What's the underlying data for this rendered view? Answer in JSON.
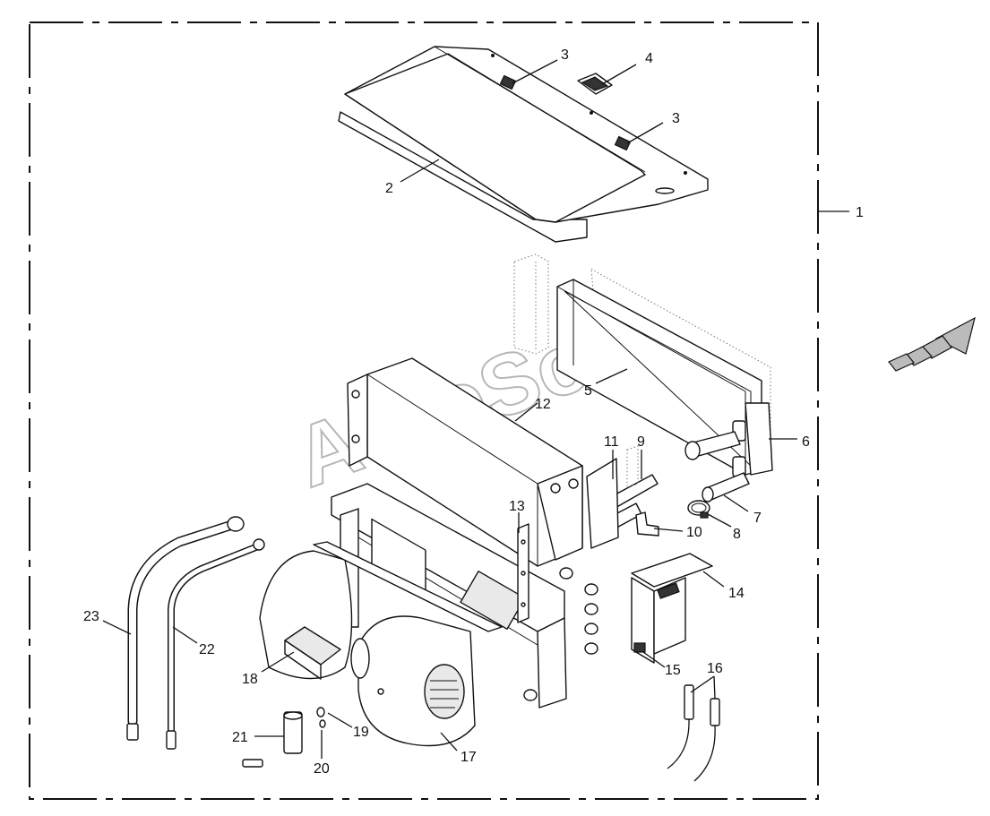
{
  "diagram": {
    "watermark": "AutoSoft",
    "callouts": [
      {
        "id": "1",
        "label": "1"
      },
      {
        "id": "2",
        "label": "2"
      },
      {
        "id": "3a",
        "label": "3"
      },
      {
        "id": "3b",
        "label": "3"
      },
      {
        "id": "4",
        "label": "4"
      },
      {
        "id": "5",
        "label": "5"
      },
      {
        "id": "6",
        "label": "6"
      },
      {
        "id": "7",
        "label": "7"
      },
      {
        "id": "8",
        "label": "8"
      },
      {
        "id": "9",
        "label": "9"
      },
      {
        "id": "10",
        "label": "10"
      },
      {
        "id": "11",
        "label": "11"
      },
      {
        "id": "12",
        "label": "12"
      },
      {
        "id": "13",
        "label": "13"
      },
      {
        "id": "14",
        "label": "14"
      },
      {
        "id": "15",
        "label": "15"
      },
      {
        "id": "16",
        "label": "16"
      },
      {
        "id": "17",
        "label": "17"
      },
      {
        "id": "18",
        "label": "18"
      },
      {
        "id": "19",
        "label": "19"
      },
      {
        "id": "20",
        "label": "20"
      },
      {
        "id": "21",
        "label": "21"
      },
      {
        "id": "22",
        "label": "22"
      },
      {
        "id": "23",
        "label": "23"
      }
    ],
    "icons": [
      "direction-arrow-icon"
    ]
  }
}
